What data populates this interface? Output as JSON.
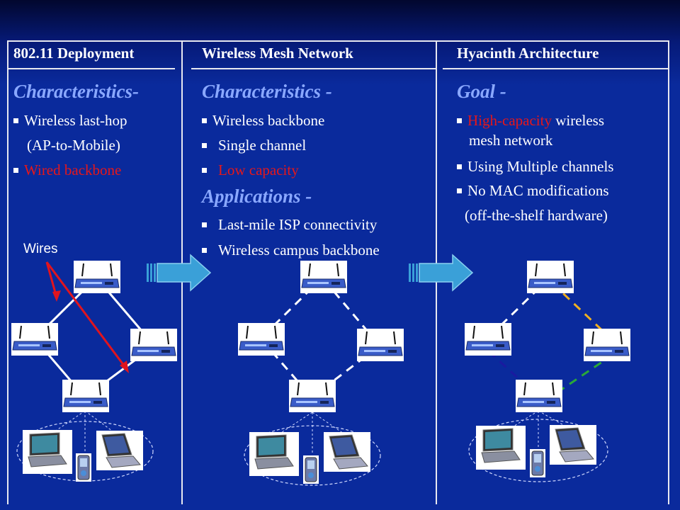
{
  "columns": [
    {
      "header": "802.11 Deployment",
      "heading": "Characteristics-",
      "bullets": [
        {
          "text": "Wireless last-hop",
          "highlight": ""
        },
        {
          "text": "Wired backbone",
          "highlight": "red"
        }
      ],
      "continuation": "(AP-to-Mobile)"
    },
    {
      "header": "Wireless Mesh Network",
      "heading": "Characteristics -",
      "bullets": [
        "Wireless backbone",
        "Single channel",
        "Low capacity"
      ],
      "heading2": "Applications -",
      "bullets2": [
        "Last-mile ISP connectivity",
        "Wireless campus backbone"
      ]
    },
    {
      "header": "Hyacinth Architecture",
      "heading": "Goal -",
      "bullet1_red": "High-capacity",
      "bullet1_rest": " wireless",
      "bullet1_line2": "mesh network",
      "bullets": [
        "Using Multiple channels",
        "No MAC modifications"
      ],
      "continuation": "(off-the-shelf hardware)"
    }
  ],
  "wires_label": "Wires",
  "colors": {
    "background": "#0a2a9c",
    "heading": "#8aa8ff",
    "highlight": "#e6171a",
    "arrow": "#3aa0d8",
    "wire_red": "#e0141e",
    "link_blue": "#1a1aa0",
    "link_yellow": "#f0b020",
    "link_green": "#2aa838"
  }
}
